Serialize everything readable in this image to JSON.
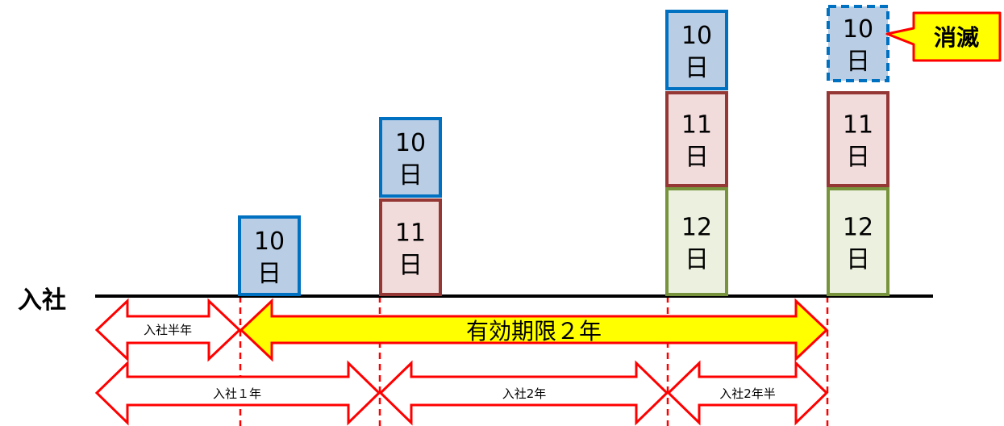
{
  "start_label": "入社",
  "colors": {
    "blue_fill": "#b9cde5",
    "blue_border": "#0070c0",
    "red_fill": "#f2dcdb",
    "red_border": "#953735",
    "green_fill": "#ebf1de",
    "green_border": "#77933c",
    "arrow_red": "#ff0000",
    "highlight_yellow": "#ffff00"
  },
  "columns": [
    {
      "boxes": [
        {
          "line1": "10",
          "line2": "日",
          "color": "blue",
          "dashed": false
        }
      ]
    },
    {
      "boxes": [
        {
          "line1": "10",
          "line2": "日",
          "color": "blue",
          "dashed": false
        },
        {
          "line1": "11",
          "line2": "日",
          "color": "red",
          "dashed": false
        }
      ]
    },
    {
      "boxes": [
        {
          "line1": "10",
          "line2": "日",
          "color": "blue",
          "dashed": false
        },
        {
          "line1": "11",
          "line2": "日",
          "color": "red",
          "dashed": false
        },
        {
          "line1": "12",
          "line2": "日",
          "color": "green",
          "dashed": false
        }
      ]
    },
    {
      "boxes": [
        {
          "line1": "10",
          "line2": "日",
          "color": "blue",
          "dashed": true
        },
        {
          "line1": "11",
          "line2": "日",
          "color": "red",
          "dashed": false
        },
        {
          "line1": "12",
          "line2": "日",
          "color": "green",
          "dashed": false
        }
      ]
    }
  ],
  "callout": "消滅",
  "arrows": {
    "half_year": "入社半年",
    "validity": "有効期限２年",
    "one_year": "入社１年",
    "two_years": "入社2年",
    "two_half_years": "入社2年半"
  }
}
